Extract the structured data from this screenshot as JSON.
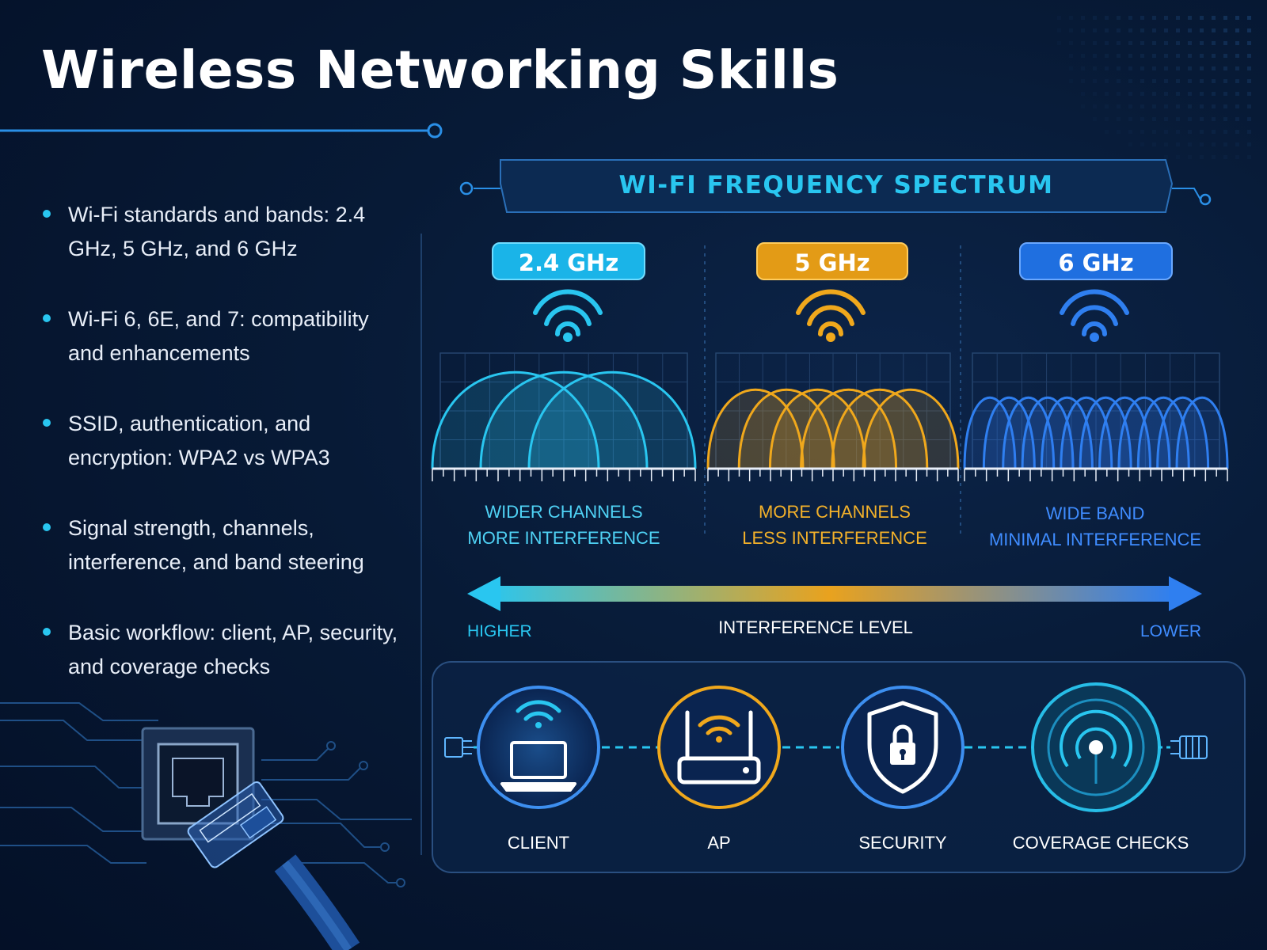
{
  "title": "Wireless Networking Skills",
  "bullets": [
    "Wi-Fi standards and bands: 2.4 GHz, 5 GHz, and 6 GHz",
    "Wi-Fi 6, 6E, and 7: compatibility and enhancements",
    "SSID, authentication, and encryption: WPA2 vs WPA3",
    "Signal strength, channels, interference, and band steering",
    "Basic workflow: client, AP, security, and coverage checks"
  ],
  "spectrum": {
    "heading": "WI-FI FREQUENCY SPECTRUM",
    "bands": [
      {
        "label": "2.4 GHz",
        "caption_1": "WIDER CHANNELS",
        "caption_2": "MORE INTERFERENCE",
        "color": "#29c6f0"
      },
      {
        "label": "5 GHz",
        "caption_1": "MORE CHANNELS",
        "caption_2": "LESS INTERFERENCE",
        "color": "#f0a81c"
      },
      {
        "label": "6 GHz",
        "caption_1": "WIDE BAND",
        "caption_2": "MINIMAL INTERFERENCE",
        "color": "#2f7ff0"
      }
    ],
    "interference": {
      "label": "INTERFERENCE LEVEL",
      "left": "HIGHER",
      "right": "LOWER"
    }
  },
  "workflow": {
    "steps": [
      {
        "label": "CLIENT",
        "icon": "laptop-wifi-icon"
      },
      {
        "label": "AP",
        "icon": "router-icon"
      },
      {
        "label": "SECURITY",
        "icon": "shield-lock-icon"
      },
      {
        "label": "COVERAGE CHECKS",
        "icon": "coverage-icon"
      }
    ]
  },
  "colors": {
    "accent_cyan": "#29c6f0",
    "accent_orange": "#f0a81c",
    "accent_blue": "#2f7ff0",
    "background": "#071a36"
  }
}
